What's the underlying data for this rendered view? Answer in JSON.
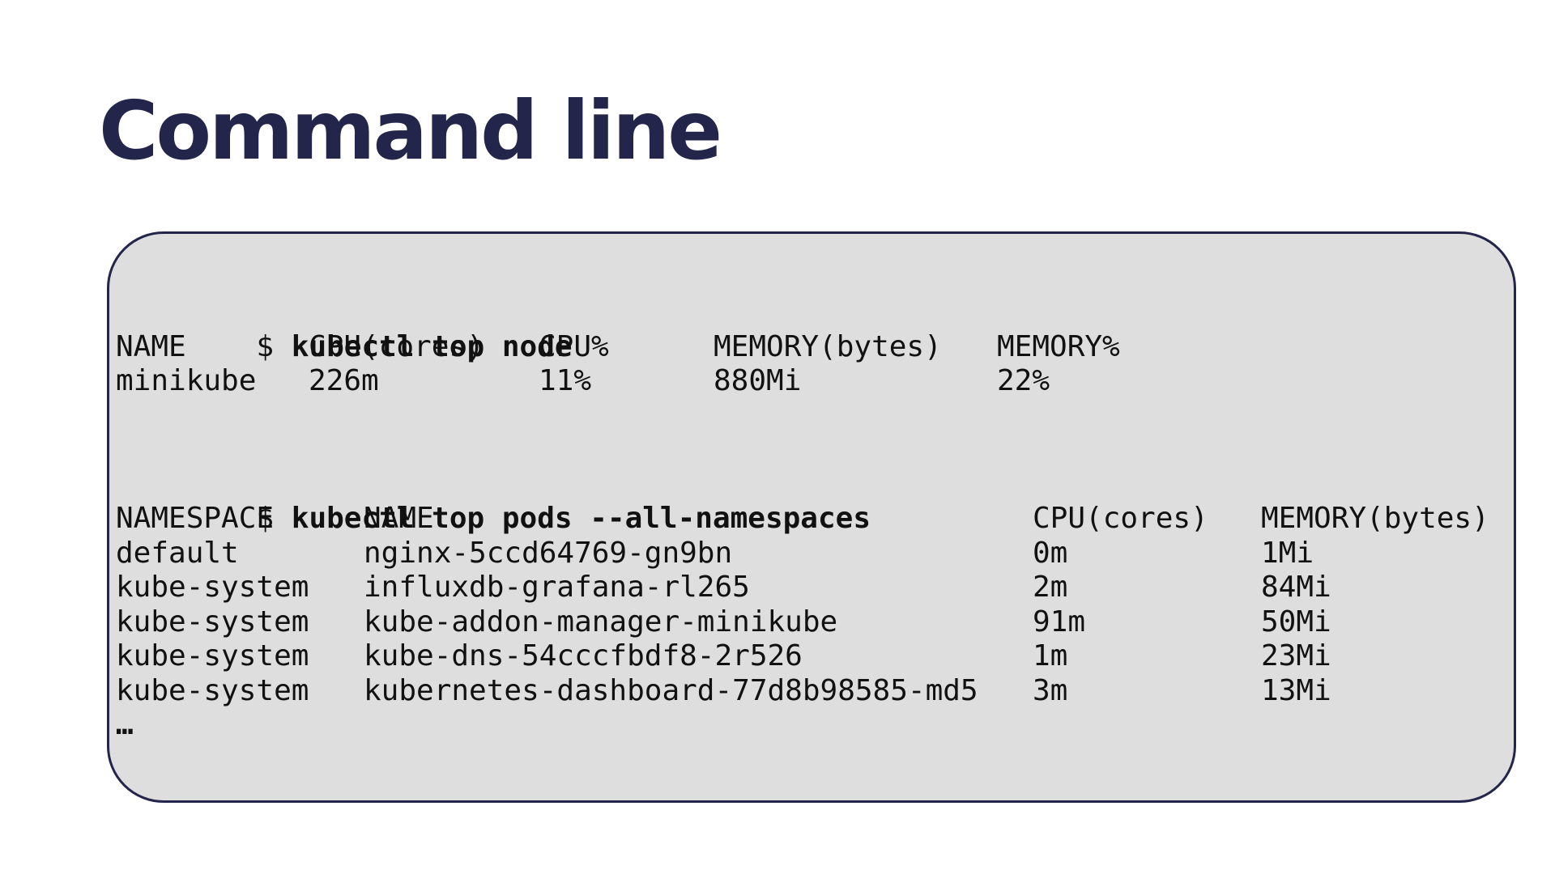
{
  "slide": {
    "title": "Command line"
  },
  "terminal": {
    "prompt": "$",
    "node_section": {
      "command": "kubectl top node",
      "headers": [
        "NAME",
        "CPU(cores)",
        "CPU%",
        "MEMORY(bytes)",
        "MEMORY%"
      ],
      "rows": [
        [
          "minikube",
          "226m",
          "11%",
          "880Mi",
          "22%"
        ]
      ]
    },
    "pods_section": {
      "command": "kubectl top pods --all-namespaces",
      "headers": [
        "NAMESPACE",
        "NAME",
        "CPU(cores)",
        "MEMORY(bytes)"
      ],
      "rows": [
        [
          "default",
          "nginx-5ccd64769-gn9bn",
          "0m",
          "1Mi"
        ],
        [
          "kube-system",
          "influxdb-grafana-rl265",
          "2m",
          "84Mi"
        ],
        [
          "kube-system",
          "kube-addon-manager-minikube",
          "91m",
          "50Mi"
        ],
        [
          "kube-system",
          "kube-dns-54cccfbdf8-2r526",
          "1m",
          "23Mi"
        ],
        [
          "kube-system",
          "kubernetes-dashboard-77d8b98585-md5",
          "3m",
          "13Mi"
        ]
      ]
    },
    "truncation": "…"
  },
  "colors": {
    "title": "#23264a",
    "terminal_background": "#dedede",
    "terminal_border": "#23264a",
    "text": "#111111"
  }
}
